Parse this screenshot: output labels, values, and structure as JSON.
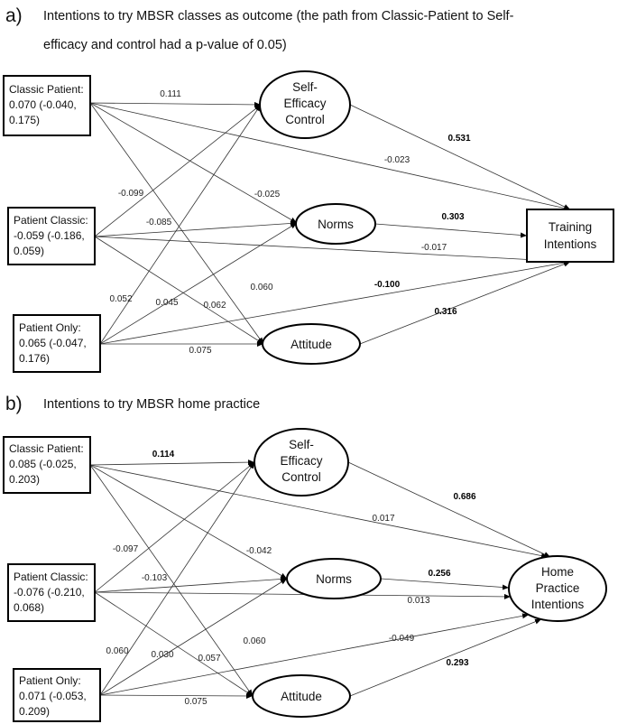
{
  "panels": [
    {
      "id": "a",
      "letter": "a)",
      "title_lines": [
        "Intentions to try MBSR classes as outcome (the path from Classic-Patient to Self-",
        "efficacy and control had a p-value of 0.05)"
      ],
      "predictors": [
        {
          "key": "classic_patient",
          "lines": [
            "Classic Patient:",
            "0.070 (-0.040,",
            "0.175)"
          ]
        },
        {
          "key": "patient_classic",
          "lines": [
            "Patient Classic:",
            "-0.059 (-0.186,",
            "0.059)"
          ]
        },
        {
          "key": "patient_only",
          "lines": [
            "Patient Only:",
            "0.065 (-0.047,",
            "0.176)"
          ]
        }
      ],
      "mediators": [
        {
          "key": "self_efficacy",
          "lines": [
            "Self-",
            "Efficacy",
            "Control"
          ]
        },
        {
          "key": "norms",
          "lines": [
            "Norms"
          ]
        },
        {
          "key": "attitude",
          "lines": [
            "Attitude"
          ]
        }
      ],
      "outcome": {
        "lines": [
          "Training",
          "Intentions"
        ]
      },
      "paths": [
        {
          "from": "classic_patient",
          "to": "self_efficacy",
          "value": "0.111",
          "bold": false
        },
        {
          "from": "classic_patient",
          "to": "norms",
          "value": "-0.025",
          "bold": false
        },
        {
          "from": "classic_patient",
          "to": "attitude",
          "value": "0.060",
          "bold": false
        },
        {
          "from": "classic_patient",
          "to": "outcome",
          "value": "-0.023",
          "bold": false
        },
        {
          "from": "patient_classic",
          "to": "self_efficacy",
          "value": "-0.099",
          "bold": false
        },
        {
          "from": "patient_classic",
          "to": "norms",
          "value": "-0.085",
          "bold": false
        },
        {
          "from": "patient_classic",
          "to": "attitude",
          "value": "0.062",
          "bold": false
        },
        {
          "from": "patient_classic",
          "to": "outcome",
          "value": "-0.017",
          "bold": false
        },
        {
          "from": "patient_only",
          "to": "self_efficacy",
          "value": "0.052",
          "bold": false
        },
        {
          "from": "patient_only",
          "to": "norms",
          "value": "0.045",
          "bold": false
        },
        {
          "from": "patient_only",
          "to": "attitude",
          "value": "0.075",
          "bold": false
        },
        {
          "from": "patient_only",
          "to": "outcome",
          "value": "-0.100",
          "bold": true
        },
        {
          "from": "self_efficacy",
          "to": "outcome",
          "value": "0.531",
          "bold": true
        },
        {
          "from": "norms",
          "to": "outcome",
          "value": "0.303",
          "bold": true
        },
        {
          "from": "attitude",
          "to": "outcome",
          "value": "0.316",
          "bold": true
        }
      ]
    },
    {
      "id": "b",
      "letter": "b)",
      "title_lines": [
        "Intentions to try MBSR home practice"
      ],
      "predictors": [
        {
          "key": "classic_patient",
          "lines": [
            "Classic Patient:",
            "0.085 (-0.025,",
            "0.203)"
          ]
        },
        {
          "key": "patient_classic",
          "lines": [
            "Patient Classic:",
            "-0.076 (-0.210,",
            "0.068)"
          ]
        },
        {
          "key": "patient_only",
          "lines": [
            "Patient Only:",
            "0.071 (-0.053,",
            "0.209)"
          ]
        }
      ],
      "mediators": [
        {
          "key": "self_efficacy",
          "lines": [
            "Self-",
            "Efficacy",
            "Control"
          ]
        },
        {
          "key": "norms",
          "lines": [
            "Norms"
          ]
        },
        {
          "key": "attitude",
          "lines": [
            "Attitude"
          ]
        }
      ],
      "outcome": {
        "lines": [
          "Home",
          "Practice",
          "Intentions"
        ]
      },
      "paths": [
        {
          "from": "classic_patient",
          "to": "self_efficacy",
          "value": "0.114",
          "bold": true
        },
        {
          "from": "classic_patient",
          "to": "norms",
          "value": "-0.042",
          "bold": false
        },
        {
          "from": "classic_patient",
          "to": "attitude",
          "value": "0.060",
          "bold": false
        },
        {
          "from": "classic_patient",
          "to": "outcome",
          "value": "0.017",
          "bold": false
        },
        {
          "from": "patient_classic",
          "to": "self_efficacy",
          "value": "-0.097",
          "bold": false
        },
        {
          "from": "patient_classic",
          "to": "norms",
          "value": "-0.103",
          "bold": false
        },
        {
          "from": "patient_classic",
          "to": "attitude",
          "value": "0.057",
          "bold": false
        },
        {
          "from": "patient_classic",
          "to": "outcome",
          "value": "0.013",
          "bold": false
        },
        {
          "from": "patient_only",
          "to": "self_efficacy",
          "value": "0.060",
          "bold": false
        },
        {
          "from": "patient_only",
          "to": "norms",
          "value": "0.030",
          "bold": false
        },
        {
          "from": "patient_only",
          "to": "attitude",
          "value": "0.075",
          "bold": false
        },
        {
          "from": "patient_only",
          "to": "outcome",
          "value": "-0.049",
          "bold": false
        },
        {
          "from": "self_efficacy",
          "to": "outcome",
          "value": "0.686",
          "bold": true
        },
        {
          "from": "norms",
          "to": "outcome",
          "value": "0.256",
          "bold": true
        },
        {
          "from": "attitude",
          "to": "outcome",
          "value": "0.293",
          "bold": true
        }
      ]
    }
  ]
}
